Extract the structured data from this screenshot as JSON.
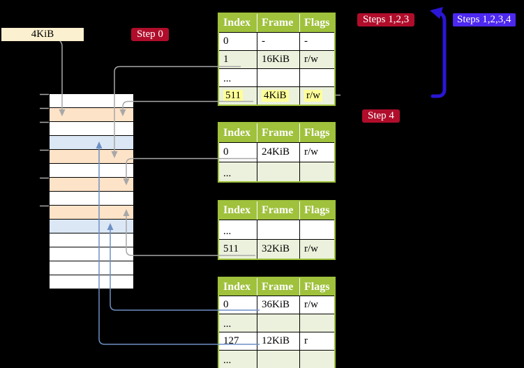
{
  "labels": {
    "frame_size": "4KiB",
    "step0": "Step 0",
    "steps123": "Steps 1,2,3",
    "steps1234": "Steps 1,2,3,4",
    "step4": "Step 4"
  },
  "colors": {
    "step_badge_red": "#b00d2b",
    "steps_badge_blue": "#4c28f0",
    "loop_arrow_blue": "#2a16d4",
    "connector_grey": "#a8a8a8",
    "connector_blue": "#6d8fc5",
    "table_header_green": "#9fc13c",
    "table_row_green": "#ebf1dc",
    "highlight_yellow": "#ffff99",
    "frame_label_cream": "#fbf0cf",
    "memory_white": "#ffffff",
    "memory_peach": "#fde3c8",
    "memory_blue": "#dbe7f5"
  },
  "memory": {
    "rows": [
      {
        "color": "#ffffff"
      },
      {
        "color": "#fde3c8"
      },
      {
        "color": "#ffffff"
      },
      {
        "color": "#dbe7f5"
      },
      {
        "color": "#fde3c8"
      },
      {
        "color": "#ffffff"
      },
      {
        "color": "#fde3c8"
      },
      {
        "color": "#ffffff"
      },
      {
        "color": "#fde3c8"
      },
      {
        "color": "#dbe7f5"
      },
      {
        "color": "#ffffff"
      },
      {
        "color": "#ffffff"
      },
      {
        "color": "#ffffff"
      },
      {
        "color": "#ffffff"
      }
    ]
  },
  "tables": [
    {
      "headers": [
        "Index",
        "Frame",
        "Flags"
      ],
      "rows": [
        {
          "cells": [
            "0",
            "-",
            "-"
          ]
        },
        {
          "cells": [
            "1",
            "16KiB",
            "r/w"
          ]
        },
        {
          "cells": [
            "...",
            "",
            ""
          ]
        },
        {
          "cells": [
            "511",
            "4KiB",
            "r/w"
          ]
        }
      ]
    },
    {
      "headers": [
        "Index",
        "Frame",
        "Flags"
      ],
      "rows": [
        {
          "cells": [
            "0",
            "24KiB",
            "r/w"
          ]
        },
        {
          "cells": [
            "...",
            "",
            ""
          ]
        }
      ]
    },
    {
      "headers": [
        "Index",
        "Frame",
        "Flags"
      ],
      "rows": [
        {
          "cells": [
            "...",
            "",
            ""
          ]
        },
        {
          "cells": [
            "511",
            "32KiB",
            "r/w"
          ]
        }
      ]
    },
    {
      "headers": [
        "Index",
        "Frame",
        "Flags"
      ],
      "rows": [
        {
          "cells": [
            "0",
            "36KiB",
            "r/w"
          ]
        },
        {
          "cells": [
            "...",
            "",
            ""
          ]
        },
        {
          "cells": [
            "127",
            "12KiB",
            "r"
          ]
        },
        {
          "cells": [
            "...",
            "",
            ""
          ]
        }
      ]
    }
  ],
  "connections": [
    {
      "from": "frame-size-label",
      "to": "memory-row-2",
      "style": "grey"
    },
    {
      "from": "table1-row-1",
      "to": "memory-row-5",
      "style": "grey"
    },
    {
      "from": "table1-row-511",
      "to": "memory-row-2",
      "style": "grey"
    },
    {
      "from": "table2-row-0",
      "to": "memory-row-7",
      "style": "grey"
    },
    {
      "from": "table3-row-511",
      "to": "memory-row-9",
      "style": "grey"
    },
    {
      "from": "table4-row-0",
      "to": "memory-row-10",
      "style": "blue"
    },
    {
      "from": "table4-row-127",
      "to": "memory-row-4",
      "style": "blue"
    },
    {
      "from": "step4-area",
      "to": "steps123-badge",
      "style": "loop"
    }
  ]
}
